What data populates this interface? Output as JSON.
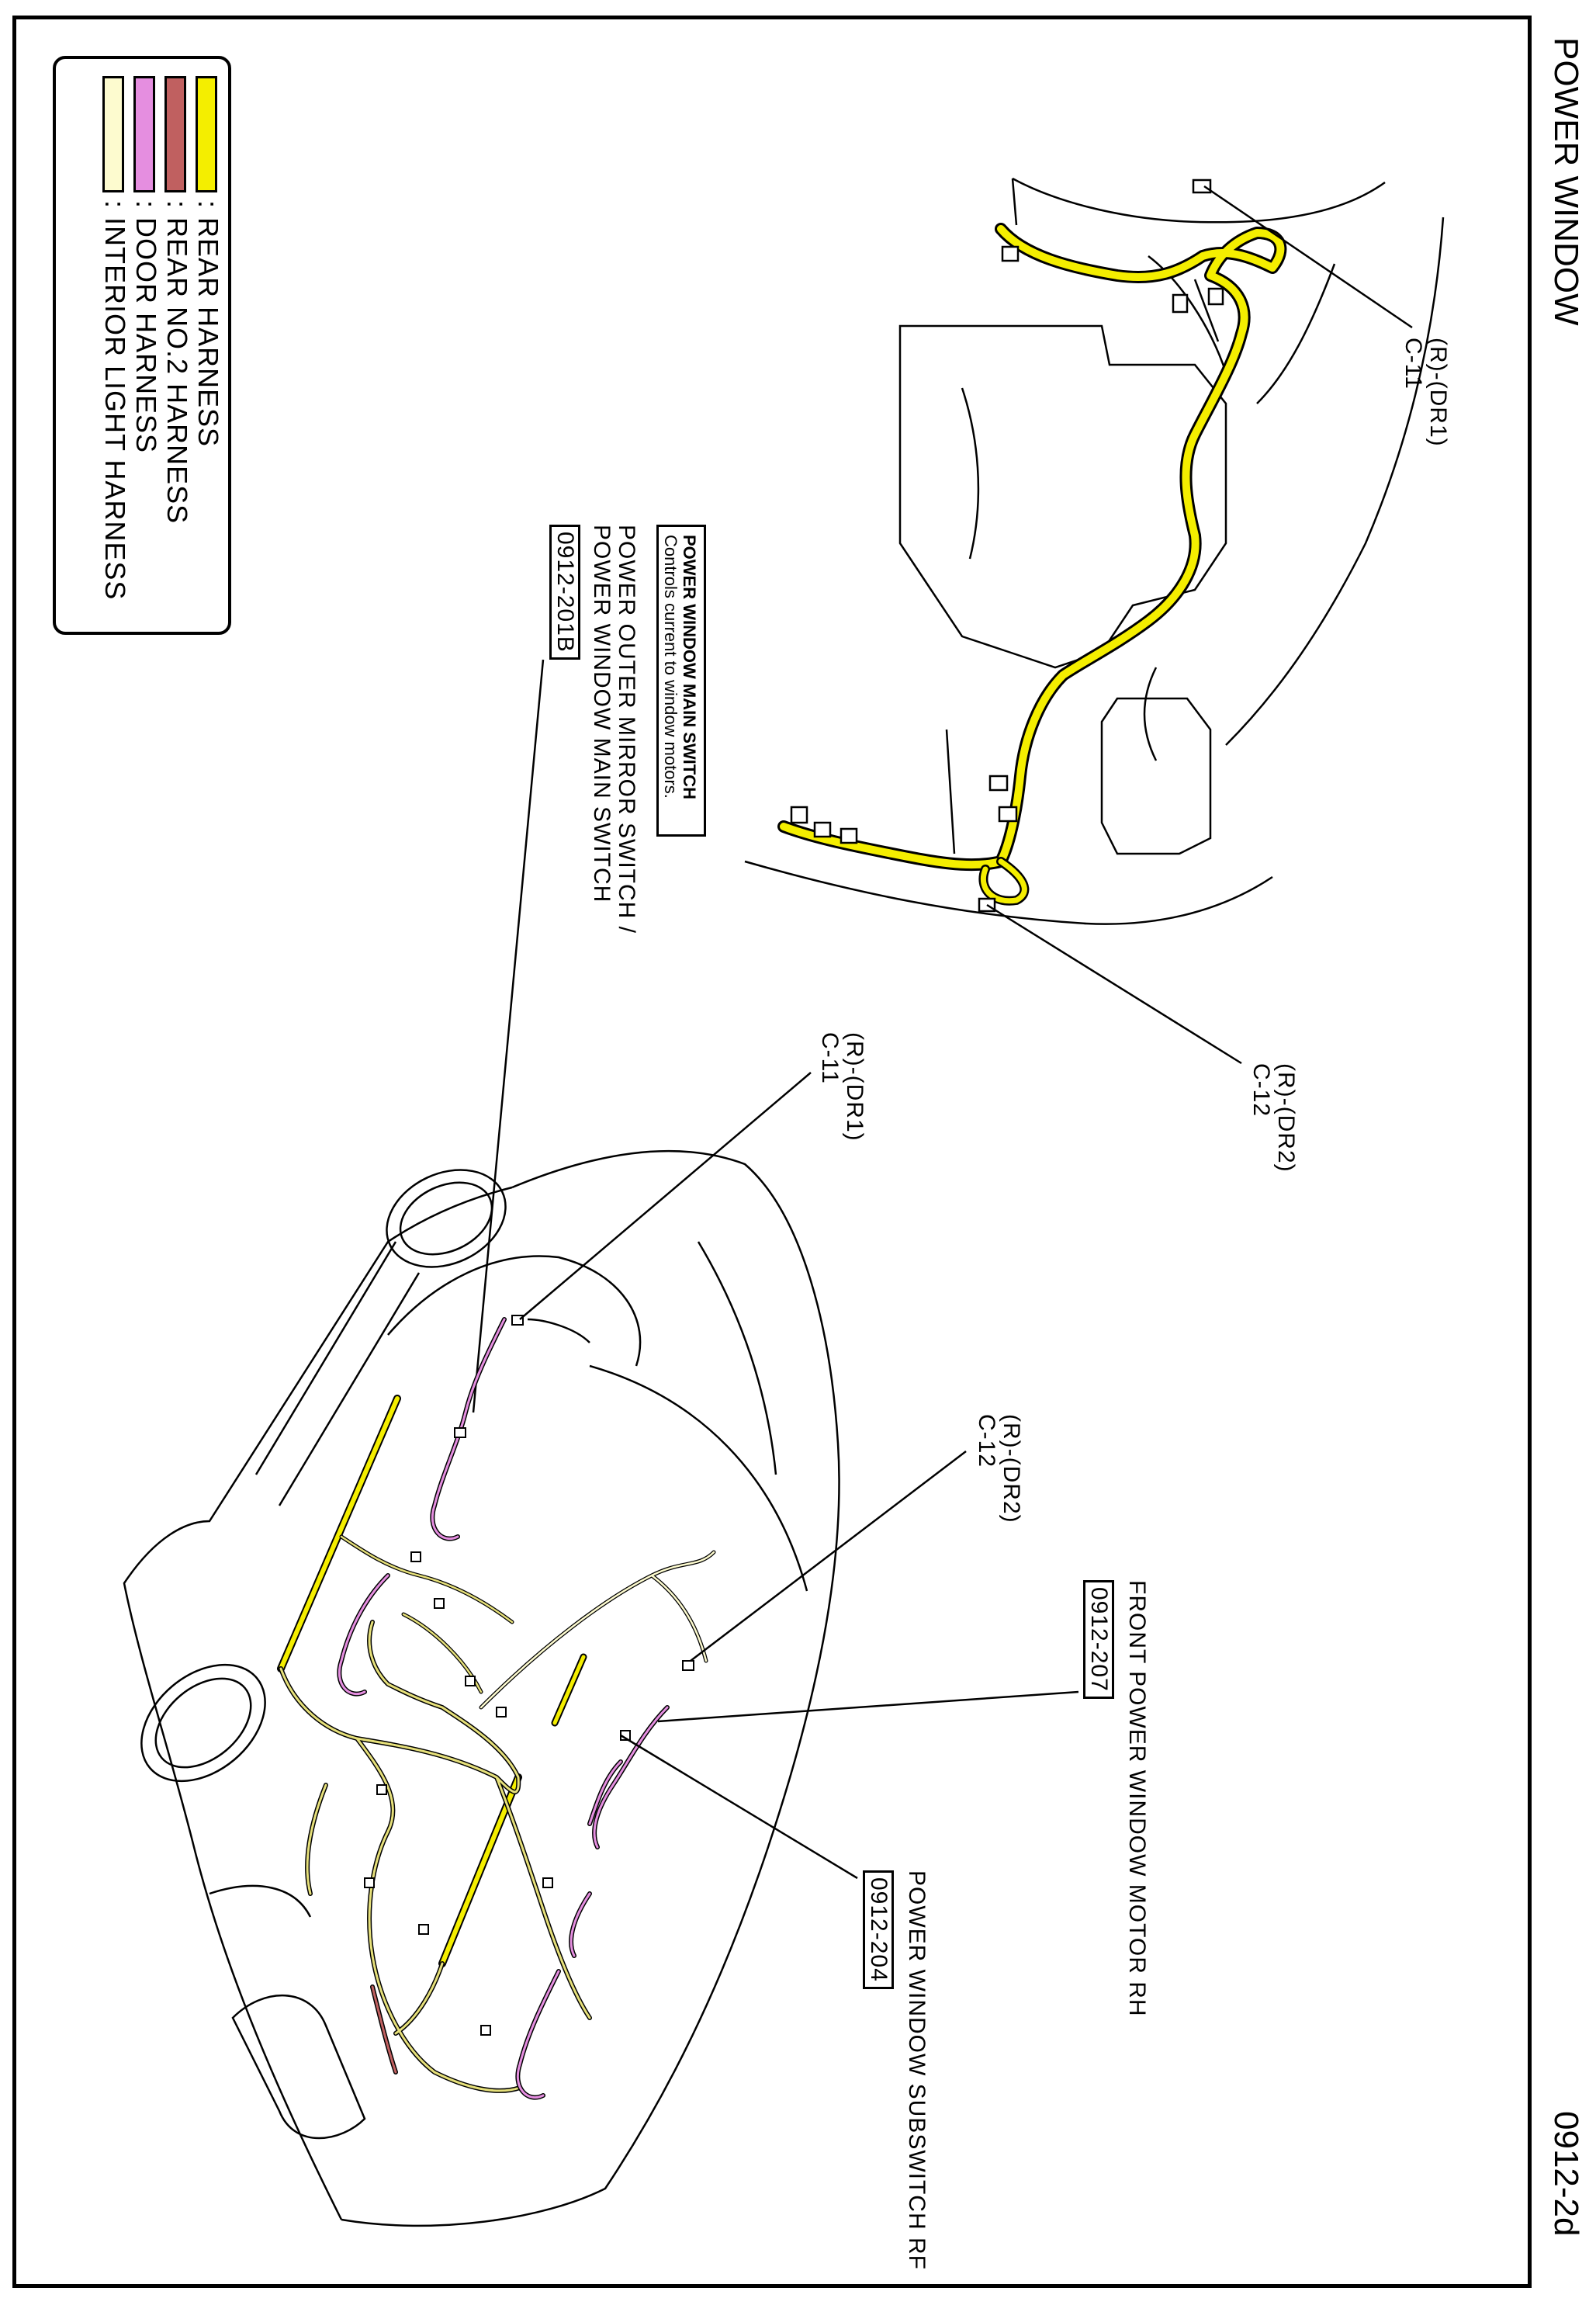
{
  "header": {
    "title": "POWER WINDOW",
    "sheet_number": "0912-2d"
  },
  "legend": {
    "items": [
      {
        "label": ": REAR HARNESS",
        "color": "#f4ee00"
      },
      {
        "label": ": REAR NO.2 HARNESS",
        "color": "#c06060"
      },
      {
        "label": ": DOOR HARNESS",
        "color": "#e58ee0"
      },
      {
        "label": ": INTERIOR LIGHT HARNESS",
        "color": "#fdfbcf"
      }
    ]
  },
  "detail": {
    "connector_dr1": {
      "line1": "(R)-(DR1)",
      "line2": "C-11"
    },
    "connector_dr2": {
      "line1": "(R)-(DR2)",
      "line2": "C-12"
    }
  },
  "main_switch": {
    "note_title": "POWER WINDOW MAIN SWITCH",
    "note_text": "Controls current to window motors.",
    "line1": "POWER OUTER MIRROR SWITCH /",
    "line2": "POWER WINDOW MAIN SWITCH",
    "code": "0912-201B"
  },
  "vehicle": {
    "connector_dr1": {
      "line1": "(R)-(DR1)",
      "line2": "C-11"
    },
    "connector_dr2": {
      "line1": "(R)-(DR2)",
      "line2": "C-12"
    },
    "motor_rh": {
      "label": "FRONT POWER WINDOW MOTOR RH",
      "code": "0912-207"
    },
    "subswitch_rf": {
      "label": "POWER WINDOW SUBSWITCH RF",
      "code": "0912-204"
    }
  },
  "colors": {
    "rear_harness": "#f4ee00",
    "rear_no2_harness": "#c06060",
    "door_harness": "#e58ee0",
    "interior_light_harness": "#fdfbcf",
    "outline": "#000000"
  }
}
